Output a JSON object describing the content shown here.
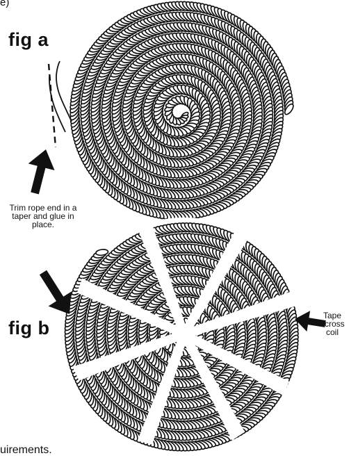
{
  "fragments": {
    "top": "e)",
    "bottom": "uirements."
  },
  "fig_a": {
    "label": "fig a",
    "note": "Trim rope end in a taper and glue in place."
  },
  "fig_b": {
    "label": "fig b",
    "note": "Tape across coil"
  },
  "colors": {
    "ink": "#111111",
    "paper": "#ffffff"
  },
  "icons": [
    "rope-coil-spiral-icon",
    "rope-coil-taped-icon",
    "arrow-icon"
  ]
}
